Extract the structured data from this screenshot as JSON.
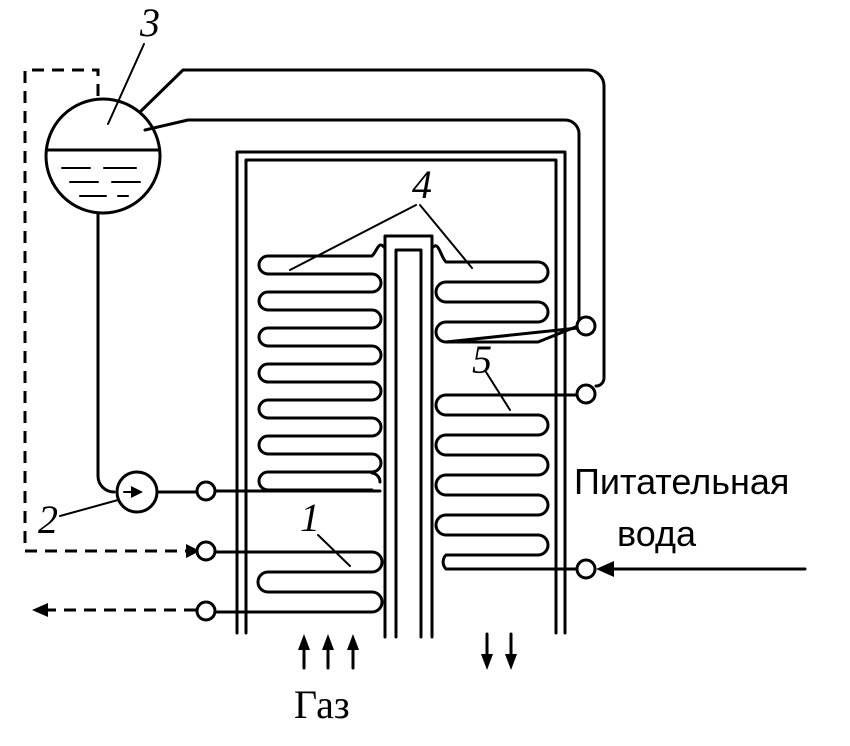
{
  "labels": {
    "callout_1": "1",
    "callout_2": "2",
    "callout_3": "3",
    "callout_4": "4",
    "callout_5": "5",
    "feed_water_line1": "Питательная",
    "feed_water_line2": "вода",
    "gas": "Газ"
  },
  "coils": {
    "economizer_bends": 9,
    "reheater_bends": 5,
    "superheater_bends": 2
  }
}
